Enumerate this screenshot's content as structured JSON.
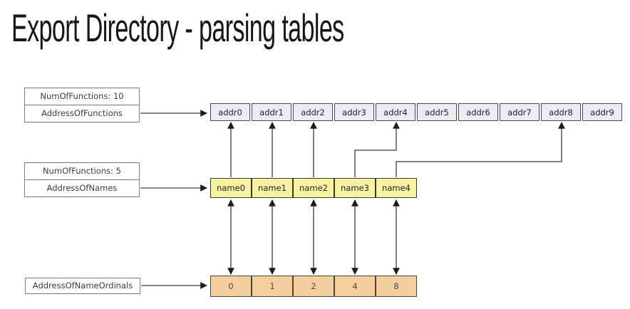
{
  "title": "Export Directory - parsing tables",
  "label_boxes": {
    "functions": {
      "rows": [
        "NumOfFunctions: 10",
        "AddressOfFunctions"
      ]
    },
    "names": {
      "rows": [
        "NumOfFunctions: 5",
        "AddressOfNames"
      ]
    },
    "ordinals": {
      "rows": [
        "AddressOfNameOrdinals"
      ]
    }
  },
  "tables": {
    "functions": {
      "cells": [
        "addr0",
        "addr1",
        "addr2",
        "addr3",
        "addr4",
        "addr5",
        "addr6",
        "addr7",
        "addr8",
        "addr9"
      ]
    },
    "names": {
      "cells": [
        "name0",
        "name1",
        "name2",
        "name3",
        "name4"
      ]
    },
    "ordinals": {
      "cells": [
        "0",
        "1",
        "2",
        "4",
        "8"
      ]
    }
  },
  "colors": {
    "addr_fill": "#e9eef4",
    "name_fill": "#f7f3a3",
    "ordinal_fill": "#f4cf9f",
    "arrow": "#3a3a3a"
  },
  "mappings": {
    "name_to_addr": [
      "name0->addr0",
      "name1->addr1",
      "name2->addr2",
      "name3->addr4",
      "name4->addr8"
    ],
    "name_to_ordinal": [
      "name0<->0",
      "name1<->1",
      "name2<->2",
      "name3<->4",
      "name4<->8"
    ]
  }
}
